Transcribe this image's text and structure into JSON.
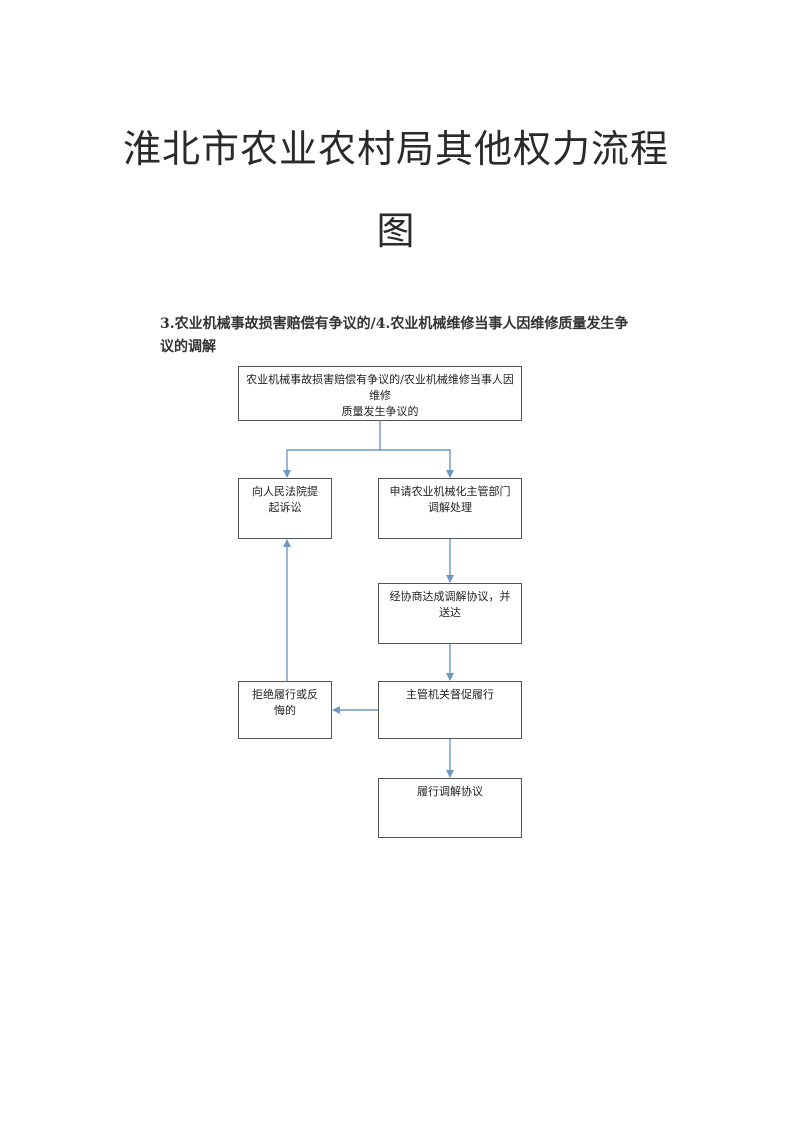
{
  "document": {
    "title_line1": "淮北市农业农村局其他权力流程",
    "title_line2": "图",
    "caption_line1": "3.农业机械事故损害赔偿有争议的/4.农业机械维修当事人因维修质量发生争",
    "caption_line2": "议的调解"
  },
  "flowchart": {
    "nodes": {
      "dispute": {
        "line1": "农业机械事故损害赔偿有争议的/农业机械维修当事人因维修",
        "line2": "质量发生争议的"
      },
      "court": {
        "line1": "向人民法院提",
        "line2": "起诉讼"
      },
      "mediation": {
        "line1": "申请农业机械化主管部门",
        "line2": "调解处理"
      },
      "agreement": {
        "line1": "经协商达成调解协议，并",
        "line2": "送达"
      },
      "refuse": {
        "line1": "拒绝履行或反",
        "line2": "悔的"
      },
      "supervise": {
        "line1": "主管机关督促履行"
      },
      "fulfill": {
        "line1": "履行调解协议"
      }
    },
    "edges": [
      {
        "from": "dispute",
        "to": "court"
      },
      {
        "from": "dispute",
        "to": "mediation"
      },
      {
        "from": "mediation",
        "to": "agreement"
      },
      {
        "from": "agreement",
        "to": "supervise"
      },
      {
        "from": "supervise",
        "to": "refuse"
      },
      {
        "from": "refuse",
        "to": "court"
      },
      {
        "from": "supervise",
        "to": "fulfill"
      }
    ],
    "line_color": "#6f97c4"
  }
}
